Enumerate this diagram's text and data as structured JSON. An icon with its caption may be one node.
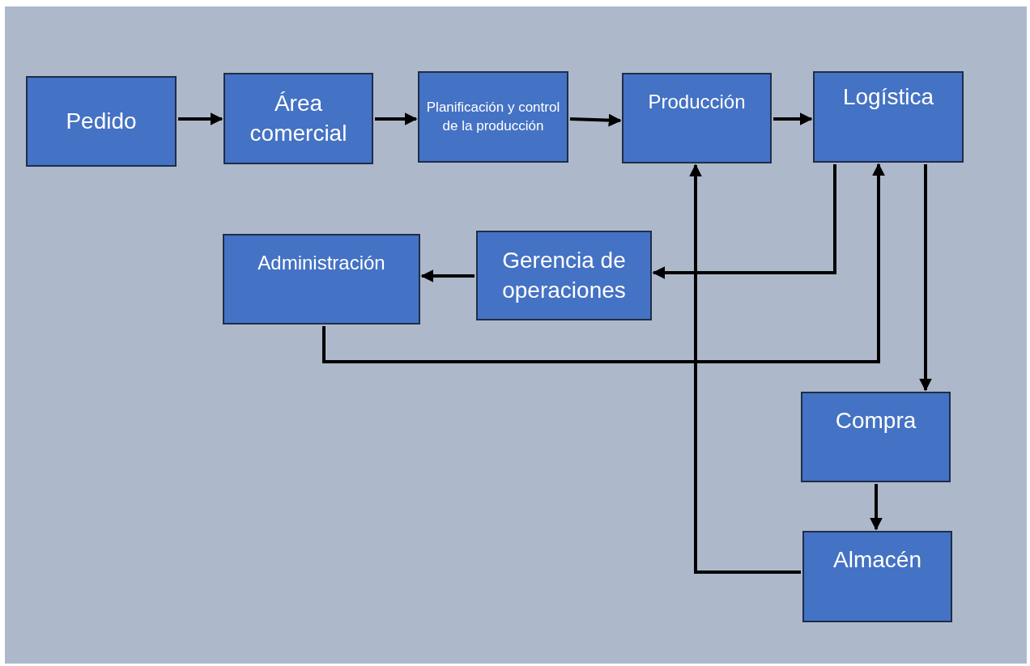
{
  "diagram": {
    "nodes": [
      {
        "text": [
          "Pedido"
        ]
      },
      {
        "text": [
          "Área comercial"
        ]
      },
      {
        "text": [
          "Planificación y control de la producción"
        ]
      },
      {
        "text": [
          "Producción"
        ]
      },
      {
        "text": [
          "Logística"
        ]
      },
      {
        "text": [
          "Gerencia de operaciones"
        ]
      },
      {
        "text": [
          "Administración"
        ]
      },
      {
        "text": [
          "Compra"
        ]
      },
      {
        "text": [
          "Almacén"
        ]
      }
    ],
    "edges": [
      {
        "from": 0,
        "to": 1,
        "arrow": "to"
      },
      {
        "from": 1,
        "to": 2,
        "arrow": "to"
      },
      {
        "from": 2,
        "to": 3,
        "arrow": "to"
      },
      {
        "from": 3,
        "to": 4,
        "arrow": "to"
      },
      {
        "from": 4,
        "to": 5,
        "arrow": "to"
      },
      {
        "from": 5,
        "to": 6,
        "arrow": "to"
      },
      {
        "from": 6,
        "to": 4,
        "arrow": "to"
      },
      {
        "from": 4,
        "to": 7,
        "arrow": "to"
      },
      {
        "from": 7,
        "to": 8,
        "arrow": "to"
      },
      {
        "from": 8,
        "to": 3,
        "arrow": "to"
      }
    ]
  }
}
